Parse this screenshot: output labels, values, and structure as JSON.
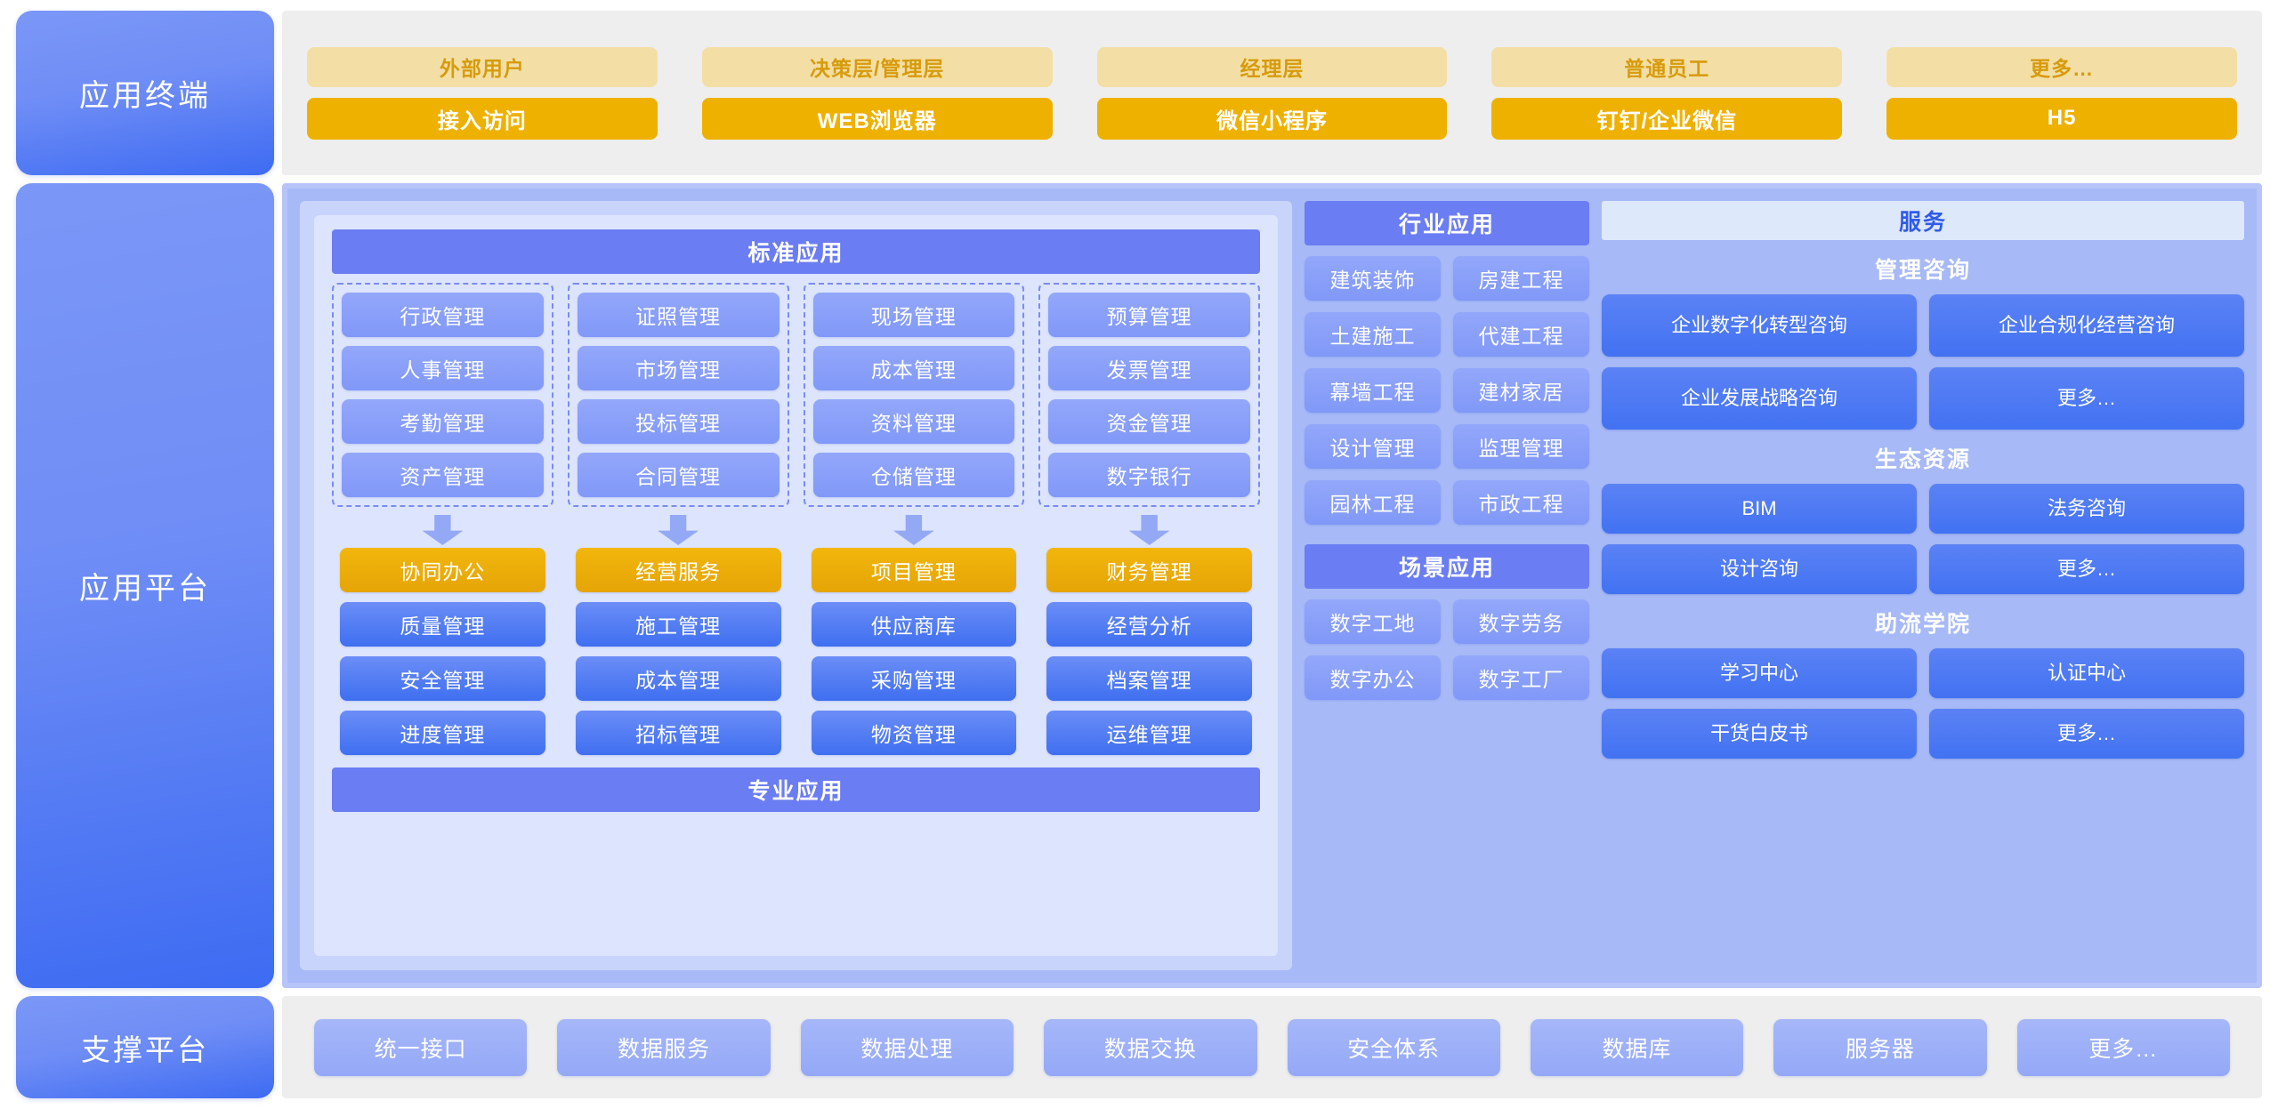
{
  "stages": {
    "terminal": "应用终端",
    "platform": "应用平台",
    "support": "支撑平台"
  },
  "terminal": {
    "columns": [
      {
        "role": "外部用户",
        "channel": "接入访问"
      },
      {
        "role": "决策层/管理层",
        "channel": "WEB浏览器"
      },
      {
        "role": "经理层",
        "channel": "微信小程序"
      },
      {
        "role": "普通员工",
        "channel": "钉钉/企业微信"
      },
      {
        "role": "更多…",
        "channel": "H5"
      }
    ]
  },
  "standard_apps": {
    "title": "标准应用",
    "columns": [
      [
        "行政管理",
        "人事管理",
        "考勤管理",
        "资产管理"
      ],
      [
        "证照管理",
        "市场管理",
        "投标管理",
        "合同管理"
      ],
      [
        "现场管理",
        "成本管理",
        "资料管理",
        "仓储管理"
      ],
      [
        "预算管理",
        "发票管理",
        "资金管理",
        "数字银行"
      ]
    ]
  },
  "professional_apps": {
    "title": "专业应用",
    "columns": [
      {
        "head": "协同办公",
        "items": [
          "质量管理",
          "安全管理",
          "进度管理"
        ]
      },
      {
        "head": "经营服务",
        "items": [
          "施工管理",
          "成本管理",
          "招标管理"
        ]
      },
      {
        "head": "项目管理",
        "items": [
          "供应商库",
          "采购管理",
          "物资管理"
        ]
      },
      {
        "head": "财务管理",
        "items": [
          "经营分析",
          "档案管理",
          "运维管理"
        ]
      }
    ]
  },
  "industry_apps": {
    "title": "行业应用",
    "items": [
      "建筑装饰",
      "房建工程",
      "土建施工",
      "代建工程",
      "幕墙工程",
      "建材家居",
      "设计管理",
      "监理管理",
      "园林工程",
      "市政工程"
    ]
  },
  "scene_apps": {
    "title": "场景应用",
    "items": [
      "数字工地",
      "数字劳务",
      "数字办公",
      "数字工厂"
    ]
  },
  "services": {
    "title": "服务",
    "groups": [
      {
        "title": "管理咨询",
        "items": [
          "企业数字化转型咨询",
          "企业合规化经营咨询",
          "企业发展战略咨询",
          "更多…"
        ]
      },
      {
        "title": "生态资源",
        "items": [
          "BIM",
          "法务咨询",
          "设计咨询",
          "更多…"
        ]
      },
      {
        "title": "助流学院",
        "items": [
          "学习中心",
          "认证中心",
          "干货白皮书",
          "更多…"
        ]
      }
    ]
  },
  "support_platform": {
    "items": [
      "统一接口",
      "数据服务",
      "数据处理",
      "数据交换",
      "安全体系",
      "数据库",
      "服务器",
      "更多…"
    ]
  },
  "colors": {
    "stage_blue": "#3d6bf2",
    "gold": "#efb100",
    "soft_gold": "#f3dfa6",
    "section_bar": "#6b7df2",
    "tile_blue": "#3f6ff0",
    "panel_bg": "#a7b9f7",
    "band_grey": "#eeeeee"
  }
}
